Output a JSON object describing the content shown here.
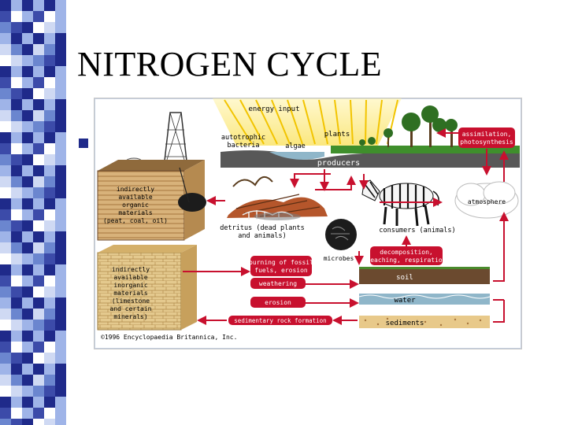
{
  "slide": {
    "title": "NITROGEN CYCLE",
    "bullet_color": "#1f2a8a"
  },
  "strip": {
    "colors": [
      "#1f2a8a",
      "#3c4ba9",
      "#6b86cf",
      "#9fb4e8",
      "#cfd9f3",
      "#ffffff"
    ]
  },
  "diagram": {
    "energy_input": "energy input",
    "autotrophic_1": "autotrophic",
    "autotrophic_2": "bacteria",
    "algae": "algae",
    "plants": "plants",
    "assimilation_1": "assimilation,",
    "assimilation_2": "photosynthesis",
    "producers": "producers",
    "indirect_org": [
      "indirectly",
      "available",
      "organic",
      "materials",
      "(peat, coal, oil)"
    ],
    "detritus_1": "detritus (dead plants",
    "detritus_2": "and animals)",
    "atmosphere": "atmosphere",
    "consumers": "consumers (animals)",
    "microbes": "microbes",
    "decomp_1": "decomposition,",
    "decomp_2": "leaching, respiration",
    "burning_1": "burning of fossil",
    "burning_2": "fuels, erosion",
    "indirect_inorg": [
      "indirectly",
      "available",
      "inorganic",
      "materials",
      "(limestone",
      "and certain",
      "minerals)"
    ],
    "weathering": "weathering",
    "soil": "soil",
    "erosion": "erosion",
    "water": "water",
    "sedimentary": "sedimentary rock formation",
    "sediments": "sediments",
    "copyright": "©1996 Encyclopaedia Britannica, Inc.",
    "colors": {
      "red": "#c8102e",
      "dark_red": "#8b1a1a",
      "sun": "#f7d416",
      "ground": "#555555",
      "water": "#8fb6c9",
      "soil": "#6b4a2f"
    }
  }
}
